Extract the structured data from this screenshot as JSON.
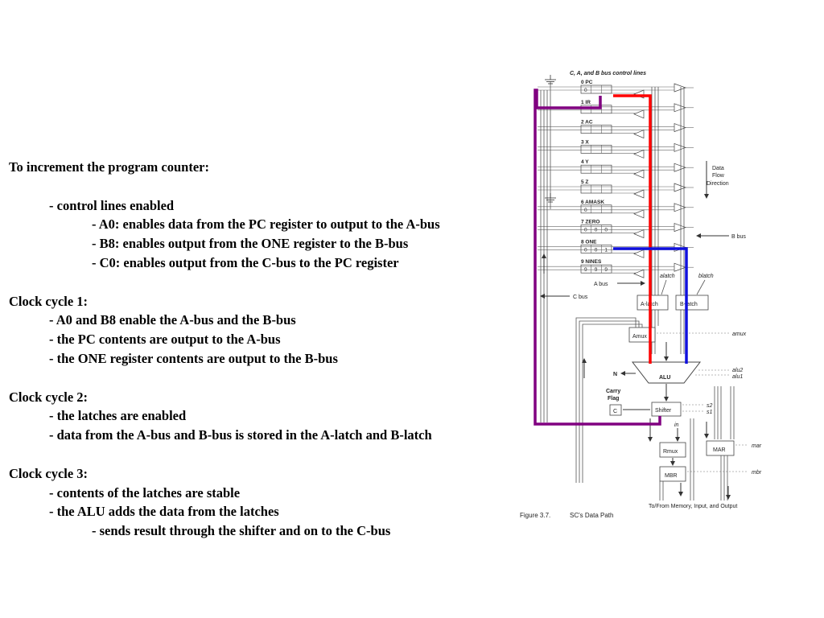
{
  "notes": {
    "heading": "To increment the program counter:",
    "control_header": "- control lines enabled",
    "control_lines": [
      "- A0: enables data from the PC register to output to the A-bus",
      "- B8: enables output from the ONE register to the B-bus",
      "- C0: enables output from the C-bus to the PC register"
    ],
    "cycle1_title": "Clock cycle 1:",
    "cycle1_items": [
      "- A0 and B8 enable the A-bus and the B-bus",
      "- the PC contents are output to the A-bus",
      "- the ONE register contents are output to the B-bus"
    ],
    "cycle2_title": "Clock cycle 2:",
    "cycle2_items": [
      "- the latches are enabled",
      "- data from the A-bus and B-bus is stored in the A-latch and B-latch"
    ],
    "cycle3_title": "Clock cycle 3:",
    "cycle3_items": [
      "- contents of the latches are stable",
      "- the ALU adds the data from the latches"
    ],
    "cycle3_subitem": "- sends result through the shifter and on to the C-bus"
  },
  "diagram": {
    "title": "C, A, and B bus control lines",
    "registers": [
      {
        "label": "0 PC",
        "cells": [
          "0"
        ]
      },
      {
        "label": "1 IR",
        "cells": []
      },
      {
        "label": "2 AC",
        "cells": []
      },
      {
        "label": "3 X",
        "cells": []
      },
      {
        "label": "4 Y",
        "cells": []
      },
      {
        "label": "5 Z",
        "cells": []
      },
      {
        "label": "6 AMASK",
        "cells": [
          "0"
        ]
      },
      {
        "label": "7 ZERO",
        "cells": [
          "0",
          "0",
          "0"
        ]
      },
      {
        "label": "8 ONE",
        "cells": [
          "0",
          "0",
          "1"
        ]
      },
      {
        "label": "9 NINES",
        "cells": [
          "9",
          "9",
          "9"
        ]
      }
    ],
    "data_flow_label": [
      "Data",
      "Flow",
      "Direction"
    ],
    "b_bus_label": "B bus",
    "a_bus_label": "A bus",
    "c_bus_label": "C bus",
    "alatch_label": "alatch",
    "blatch_label": "blatch",
    "a_latch_box": "A-latch",
    "b_latch_box": "B-latch",
    "amux_box": "Amux",
    "amux_label": "amux",
    "alu_box": "ALU",
    "n_label": "N",
    "alu2_label": "alu2",
    "alu1_label": "alu1",
    "carry_flag_label": [
      "Carry",
      "Flag"
    ],
    "c_box": "C",
    "shifter_box": "Shifter",
    "s2_label": "s2",
    "s1_label": "s1",
    "in_label": "in",
    "rmux_box": "Rmux",
    "mar_box": "MAR",
    "mar_label": "mar",
    "mbr_box": "MBR",
    "mbr_label": "mbr",
    "io_label": "To/From Memory, Input, and Output",
    "caption_figure": "Figure  3.7.",
    "caption_text": "SC's Data Path",
    "colors": {
      "a_path": "#ff0000",
      "b_path": "#1010dd",
      "c_path": "#800080",
      "line": "#444444"
    }
  }
}
